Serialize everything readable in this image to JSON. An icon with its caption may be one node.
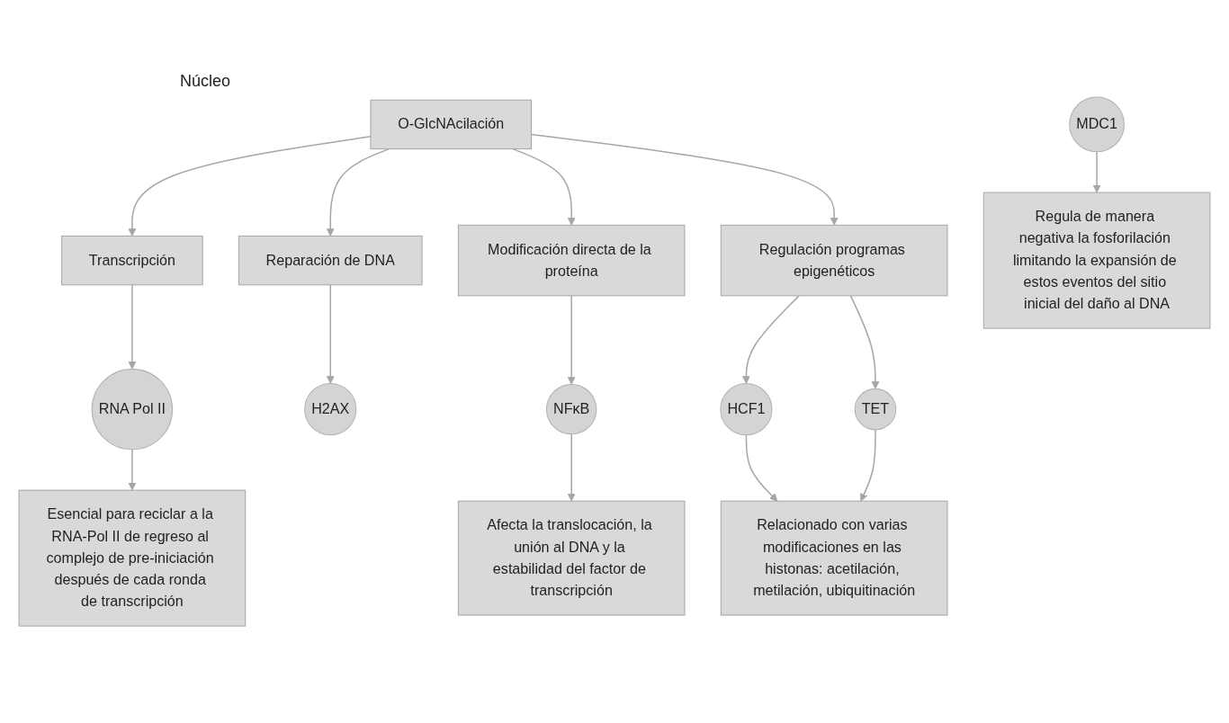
{
  "diagram": {
    "nodes": [
      {
        "text": [
          "O-GlcNAcilación"
        ]
      },
      {
        "text": [
          "Transcripción"
        ]
      },
      {
        "text": [
          "Reparación de DNA"
        ]
      },
      {
        "text": [
          "Modificación directa de la proteína"
        ]
      },
      {
        "text": [
          "Regulación programas epigenéticos"
        ]
      },
      {
        "text": [
          "RNA Pol II"
        ]
      },
      {
        "text": [
          "H2AX"
        ]
      },
      {
        "text": [
          "MDC1"
        ]
      },
      {
        "text": [
          "NFκB"
        ]
      },
      {
        "text": [
          "HCF1"
        ]
      },
      {
        "text": [
          "TET"
        ]
      },
      {
        "text": [
          "Esencial para reciclar a la RNA-Pol II de regreso al complejo de pre-iniciación después de cada ronda de transcripción"
        ]
      },
      {
        "text": [
          "Regula de manera negativa la fosforilación limitando la expansión de estos eventos del sitio inicial del daño al DNA"
        ]
      },
      {
        "text": [
          "Afecta la translocación, la unión al DNA y la estabilidad del factor de transcripción"
        ]
      },
      {
        "text": [
          "Relacionado con varias modificaciones en las histonas: acetilación, metilación, ubiquitinación"
        ]
      }
    ],
    "edges": [
      {
        "from": 0,
        "to": 1,
        "arrow": "to"
      },
      {
        "from": 0,
        "to": 2,
        "arrow": "to"
      },
      {
        "from": 0,
        "to": 3,
        "arrow": "to"
      },
      {
        "from": 0,
        "to": 4,
        "arrow": "to"
      },
      {
        "from": 1,
        "to": 5,
        "arrow": "to"
      },
      {
        "from": 2,
        "to": 6,
        "arrow": "to"
      },
      {
        "from": 3,
        "to": 8,
        "arrow": "to"
      },
      {
        "from": 4,
        "to": 9,
        "arrow": "to"
      },
      {
        "from": 4,
        "to": 10,
        "arrow": "to"
      },
      {
        "from": 5,
        "to": 11,
        "arrow": "to"
      },
      {
        "from": 7,
        "to": 12,
        "arrow": "to"
      },
      {
        "from": 8,
        "to": 13,
        "arrow": "to"
      },
      {
        "from": 9,
        "to": 14,
        "arrow": "to"
      },
      {
        "from": 10,
        "to": 14,
        "arrow": "to"
      }
    ],
    "labels": [
      "Núcleo"
    ]
  }
}
